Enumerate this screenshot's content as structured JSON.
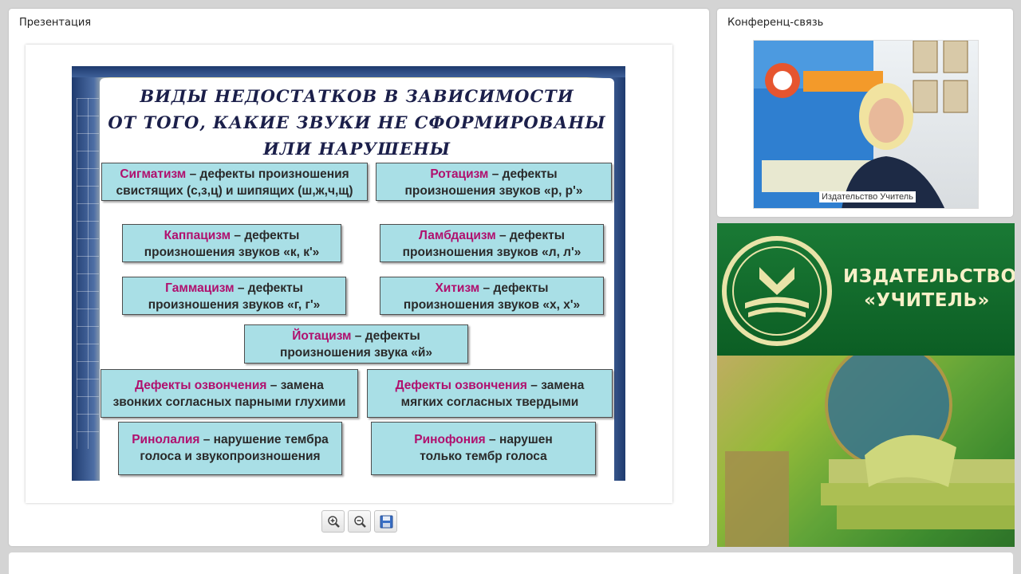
{
  "presentation": {
    "panel_title": "Презентация",
    "slide": {
      "title_lines": [
        "ВИДЫ НЕДОСТАТКОВ В ЗАВИСИМОСТИ",
        "ОТ ТОГО, КАКИЕ ЗВУКИ НЕ СФОРМИРОВАНЫ",
        "ИЛИ НАРУШЕНЫ"
      ],
      "boxes": [
        {
          "term": "Сигматизм",
          "rest1": " – дефекты произношения",
          "line2": "свистящих (с,з,ц) и шипящих (ш,ж,ч,щ)"
        },
        {
          "term": "Ротацизм",
          "rest1": " – дефекты",
          "line2": "произношения звуков «р, р'»"
        },
        {
          "term": "Каппацизм",
          "rest1": " – дефекты",
          "line2": "произношения звуков «к, к'»"
        },
        {
          "term": "Ламбдацизм",
          "rest1": " – дефекты",
          "line2": "произношения звуков «л, л'»"
        },
        {
          "term": "Гаммацизм",
          "rest1": " – дефекты",
          "line2": "произношения звуков «г, г'»"
        },
        {
          "term": "Хитизм",
          "rest1": " – дефекты",
          "line2": "произношения звуков «х, х'»"
        },
        {
          "term": "Йотацизм",
          "rest1": " – дефекты",
          "line2": "произношения звука «й»"
        },
        {
          "term": "Дефекты озвончения",
          "rest1": " – замена",
          "line2": "звонких согласных парными глухими"
        },
        {
          "term": "Дефекты озвончения",
          "rest1": " – замена",
          "line2": "мягких согласных твердыми"
        },
        {
          "term": "Ринолалия",
          "rest1": " – нарушение тембра",
          "line2": "голоса и звукопроизношения"
        },
        {
          "term": "Ринофония",
          "rest1": " – нарушен",
          "line2": "только тембр голоса"
        }
      ]
    },
    "toolbar": {
      "zoom_in_icon": "zoom-in-icon",
      "zoom_out_icon": "zoom-out-icon",
      "save_icon": "save-icon"
    }
  },
  "conference": {
    "panel_title": "Конференц-связь",
    "participant_name": "Издательство Учитель"
  },
  "banner": {
    "title_line1": "ИЗДАТЕЛЬСТВО",
    "title_line2": "«УЧИТЕЛЬ»"
  },
  "colors": {
    "term": "#b0106e",
    "box_fill": "#a9dfe6",
    "banner_green": "#0f6a2c"
  }
}
